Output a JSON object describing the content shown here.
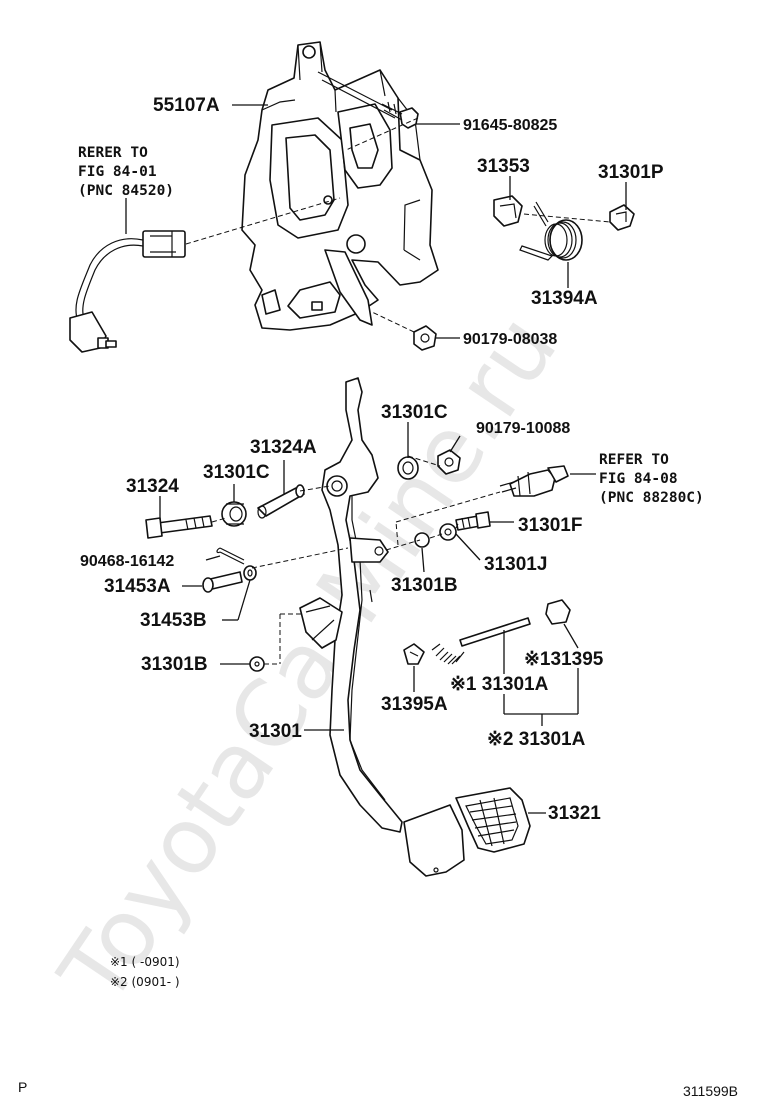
{
  "watermark": "ToyotaCarMine.ru",
  "labels": {
    "p55107A": "55107A",
    "p91645": "91645-80825",
    "refer1_l1": "RERER TO",
    "refer1_l2": "FIG 84-01",
    "refer1_l3": "(PNC 84520)",
    "p31353": "31353",
    "p31301P": "31301P",
    "p31394A": "31394A",
    "p90179_08038": "90179-08038",
    "p31301C_top": "31301C",
    "p90179_10088": "90179-10088",
    "refer2_l1": "REFER TO",
    "refer2_l2": "FIG 84-08",
    "refer2_l3": "(PNC 88280C)",
    "p31324A": "31324A",
    "p31324": "31324",
    "p31301C_left": "31301C",
    "p31301F": "31301F",
    "p90468": "90468-16142",
    "p31301J": "31301J",
    "p31453A": "31453A",
    "p31301B_mid": "31301B",
    "p31453B": "31453B",
    "p31395": "※131395",
    "p31301B_left": "31301B",
    "p31301A_1": "※1 31301A",
    "p31395A": "31395A",
    "p31301": "31301",
    "p31301A_2": "※2 31301A",
    "p31321": "31321"
  },
  "notes": {
    "n1": "※1 (        -0901)",
    "n2": "※2 (0901-        )"
  },
  "corner": {
    "left": "P",
    "right": "311599B"
  }
}
